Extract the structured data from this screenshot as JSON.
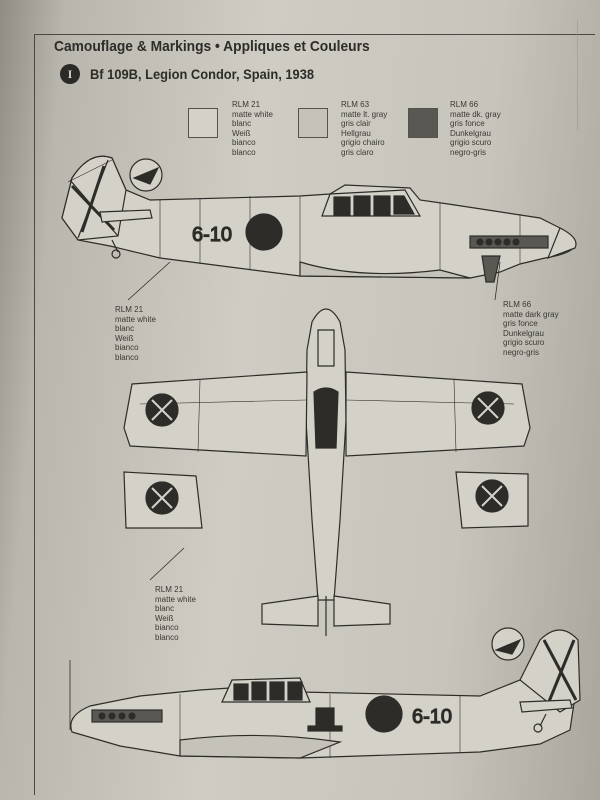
{
  "header": {
    "title": "Camouflage & Markings • Appliques et Couleurs",
    "badge": "I",
    "subtitle": "Bf 109B, Legion Condor, Spain, 1938"
  },
  "colors": {
    "ink": "#2e2c29",
    "paper": "#cfccc4",
    "matte_white": "#d4d1c9",
    "light_gray": "#c5c2ba",
    "dark_gray": "#5a5853"
  },
  "swatches": [
    {
      "fill": "matte_white",
      "lines": [
        "RLM 21",
        "matte white",
        "blanc",
        "Weiß",
        "bianco",
        "blanco"
      ]
    },
    {
      "fill": "light_gray",
      "lines": [
        "RLM 63",
        "matte lt. gray",
        "gris clair",
        "Hellgrau",
        "grigio chairo",
        "gris claro"
      ]
    },
    {
      "fill": "dark_gray",
      "lines": [
        "RLM 66",
        "matte dk. gray",
        "gris fonce",
        "Dunkelgrau",
        "grigio scuro",
        "negro-gris"
      ]
    }
  ],
  "callouts": {
    "rlm21_top": [
      "RLM 21",
      "matte white",
      "blanc",
      "Weiß",
      "bianco",
      "blanco"
    ],
    "rlm66_right": [
      "RLM 66",
      "matte dark gray",
      "gris fonce",
      "Dunkelgrau",
      "grigio scuro",
      "negro-gris"
    ],
    "rlm21_bottom": [
      "RLM 21",
      "matte white",
      "blanc",
      "Weiß",
      "bianco",
      "blanco"
    ]
  },
  "aircraft": {
    "code": "6-10"
  }
}
